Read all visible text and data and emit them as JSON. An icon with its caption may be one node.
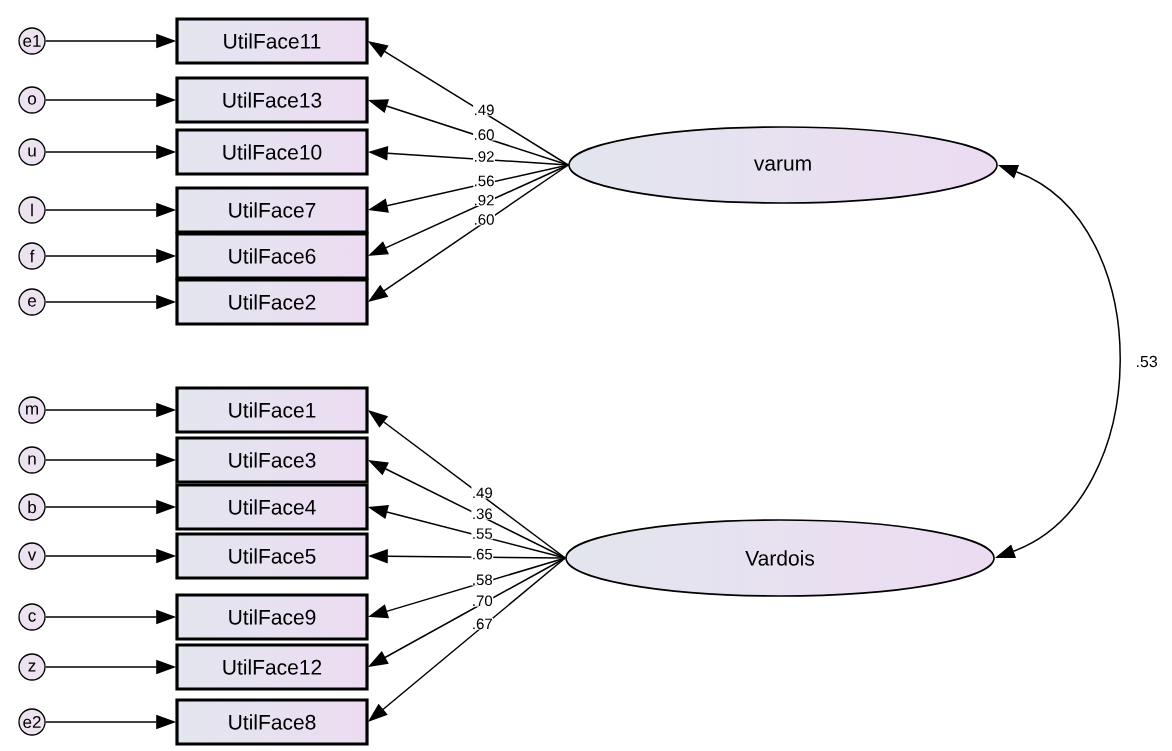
{
  "diagram": {
    "nodes": [
      {
        "text": [
          "e1"
        ]
      },
      {
        "text": [
          "UtilFace11"
        ]
      },
      {
        "text": [
          "o"
        ]
      },
      {
        "text": [
          "UtilFace13"
        ]
      },
      {
        "text": [
          "u"
        ]
      },
      {
        "text": [
          "UtilFace10"
        ]
      },
      {
        "text": [
          "l"
        ]
      },
      {
        "text": [
          "UtilFace7"
        ]
      },
      {
        "text": [
          "f"
        ]
      },
      {
        "text": [
          "UtilFace6"
        ]
      },
      {
        "text": [
          "e"
        ]
      },
      {
        "text": [
          "UtilFace2"
        ]
      },
      {
        "text": [
          "varum"
        ]
      },
      {
        "text": [
          "m"
        ]
      },
      {
        "text": [
          "UtilFace1"
        ]
      },
      {
        "text": [
          "n"
        ]
      },
      {
        "text": [
          "UtilFace3"
        ]
      },
      {
        "text": [
          "b"
        ]
      },
      {
        "text": [
          "UtilFace4"
        ]
      },
      {
        "text": [
          "v"
        ]
      },
      {
        "text": [
          "UtilFace5"
        ]
      },
      {
        "text": [
          "c"
        ]
      },
      {
        "text": [
          "UtilFace9"
        ]
      },
      {
        "text": [
          "z"
        ]
      },
      {
        "text": [
          "UtilFace12"
        ]
      },
      {
        "text": [
          "e2"
        ]
      },
      {
        "text": [
          "UtilFace8"
        ]
      },
      {
        "text": [
          "Vardois"
        ]
      }
    ],
    "edges": [
      {
        "from": 0,
        "to": 1,
        "arrow": "to"
      },
      {
        "from": 2,
        "to": 3,
        "arrow": "to"
      },
      {
        "from": 4,
        "to": 5,
        "arrow": "to"
      },
      {
        "from": 6,
        "to": 7,
        "arrow": "to"
      },
      {
        "from": 8,
        "to": 9,
        "arrow": "to"
      },
      {
        "from": 10,
        "to": 11,
        "arrow": "to"
      },
      {
        "from": 12,
        "to": 1,
        "arrow": "to",
        "label": ".49"
      },
      {
        "from": 12,
        "to": 3,
        "arrow": "to",
        "label": ".60"
      },
      {
        "from": 12,
        "to": 5,
        "arrow": "to",
        "label": ".92"
      },
      {
        "from": 12,
        "to": 7,
        "arrow": "to",
        "label": ".56"
      },
      {
        "from": 12,
        "to": 9,
        "arrow": "to",
        "label": ".92"
      },
      {
        "from": 12,
        "to": 11,
        "arrow": "to",
        "label": ".60"
      },
      {
        "from": 13,
        "to": 14,
        "arrow": "to"
      },
      {
        "from": 15,
        "to": 16,
        "arrow": "to"
      },
      {
        "from": 17,
        "to": 18,
        "arrow": "to"
      },
      {
        "from": 19,
        "to": 20,
        "arrow": "to"
      },
      {
        "from": 21,
        "to": 22,
        "arrow": "to"
      },
      {
        "from": 23,
        "to": 24,
        "arrow": "to"
      },
      {
        "from": 25,
        "to": 26,
        "arrow": "to"
      },
      {
        "from": 27,
        "to": 14,
        "arrow": "to",
        "label": ".49"
      },
      {
        "from": 27,
        "to": 16,
        "arrow": "to",
        "label": ".36"
      },
      {
        "from": 27,
        "to": 18,
        "arrow": "to",
        "label": ".55"
      },
      {
        "from": 27,
        "to": 20,
        "arrow": "to",
        "label": ".65"
      },
      {
        "from": 27,
        "to": 22,
        "arrow": "to",
        "label": ".58"
      },
      {
        "from": 27,
        "to": 24,
        "arrow": "to",
        "label": ".70"
      },
      {
        "from": 27,
        "to": 26,
        "arrow": "to",
        "label": ".67"
      },
      {
        "from": 12,
        "to": 27,
        "arrow": "both",
        "label": ".53"
      }
    ]
  }
}
